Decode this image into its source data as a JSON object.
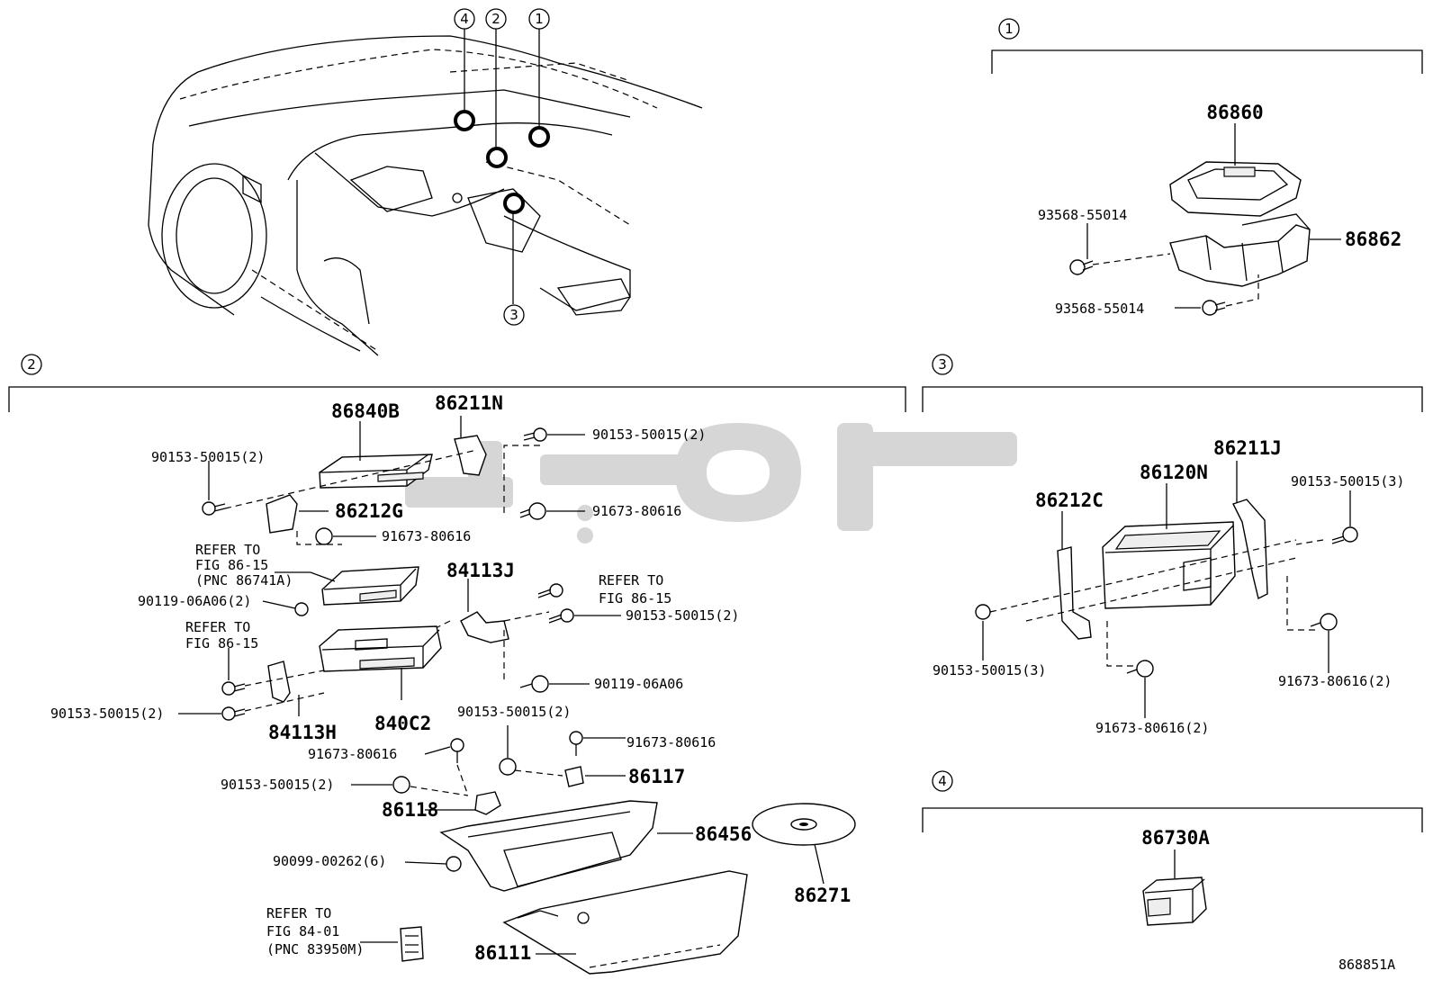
{
  "figure_id": "868851A",
  "watermark": "تكو",
  "overview": {
    "callouts": [
      "4",
      "2",
      "1",
      "3"
    ]
  },
  "section1": {
    "num": "1",
    "labels": {
      "p86860": "86860",
      "p86862": "86862",
      "s1": "93568-55014",
      "s2": "93568-55014"
    }
  },
  "section2": {
    "num": "2",
    "labels": {
      "p86840B": "86840B",
      "p86211N": "86211N",
      "b1": "90153-50015(2)",
      "b2": "90153-50015(2)",
      "p86212G": "86212G",
      "n1": "91673-80616",
      "n2": "91673-80616",
      "ref1a": "REFER TO",
      "ref1b": "FIG 86-15",
      "ref1c": "(PNC 86741A)",
      "p84113J": "84113J",
      "ref2a": "REFER TO",
      "ref2b": "FIG 86-15",
      "s06a": "90119-06A06(2)",
      "b3": "90153-50015(2)",
      "ref3a": "REFER TO",
      "ref3b": "FIG 86-15",
      "s06b": "90119-06A06",
      "b4": "90153-50015(2)",
      "b5": "90153-50015(2)",
      "p84113H": "84113H",
      "p840C2": "840C2",
      "n3": "91673-80616",
      "n4": "91673-80616",
      "p86117": "86117",
      "b6": "90153-50015(2)",
      "p86118": "86118",
      "p86456": "86456",
      "c1": "90099-00262(6)",
      "p86271": "86271",
      "ref4a": "REFER TO",
      "ref4b": "FIG 84-01",
      "ref4c": "(PNC 83950M)",
      "p86111": "86111"
    }
  },
  "section3": {
    "num": "3",
    "labels": {
      "p86211J": "86211J",
      "p86212C": "86212C",
      "p86120N": "86120N",
      "b1": "90153-50015(3)",
      "b2": "90153-50015(3)",
      "n1": "91673-80616(2)",
      "n2": "91673-80616(2)"
    }
  },
  "section4": {
    "num": "4",
    "labels": {
      "p86730A": "86730A"
    }
  }
}
